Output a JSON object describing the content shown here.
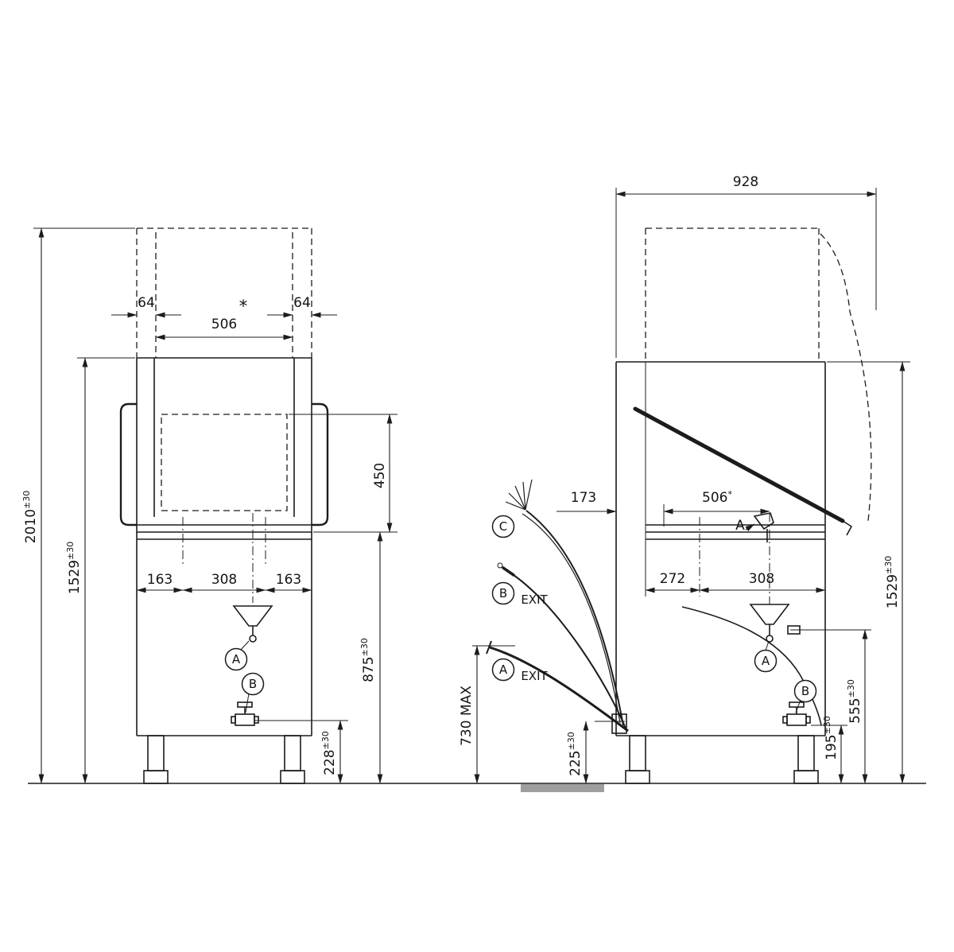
{
  "front_view": {
    "dim_wall_left": "64",
    "dim_opening_width": "506",
    "footnote_star": "*",
    "dim_wall_right": "64",
    "dim_total_height": {
      "value": "2010",
      "tol": "±30"
    },
    "dim_hood_closed_height": {
      "value": "1529",
      "tol": "±30"
    },
    "dim_opening_height": "450",
    "dim_offset_left": "163",
    "dim_center": "308",
    "dim_offset_right": "163",
    "dim_counter_height": {
      "value": "875",
      "tol": "±30"
    },
    "dim_drain_valve_height": {
      "value": "228",
      "tol": "±30"
    },
    "callout_a": "A",
    "callout_b": "B"
  },
  "side_view": {
    "dim_total_depth": "928",
    "dim_back_offset": "173",
    "dim_opening_depth": {
      "value": "506",
      "sup": "*"
    },
    "label_inlet_a": "A",
    "dim_span_back": "272",
    "dim_span_front": "308",
    "dim_hood_closed_height": {
      "value": "1529",
      "tol": "±30"
    },
    "dim_drain_hose_max": "730 MAX",
    "dim_cable_exit_height": {
      "value": "225",
      "tol": "±30"
    },
    "dim_valve_height": {
      "value": "195",
      "tol": "±30"
    },
    "dim_funnel_height": {
      "value": "555",
      "tol": "±30"
    },
    "callout_c": "C",
    "callout_b_exit": {
      "label": "B",
      "text": "EXIT"
    },
    "callout_a_exit": {
      "label": "A",
      "text": "EXIT"
    },
    "callout_a": "A",
    "callout_b": "B"
  }
}
